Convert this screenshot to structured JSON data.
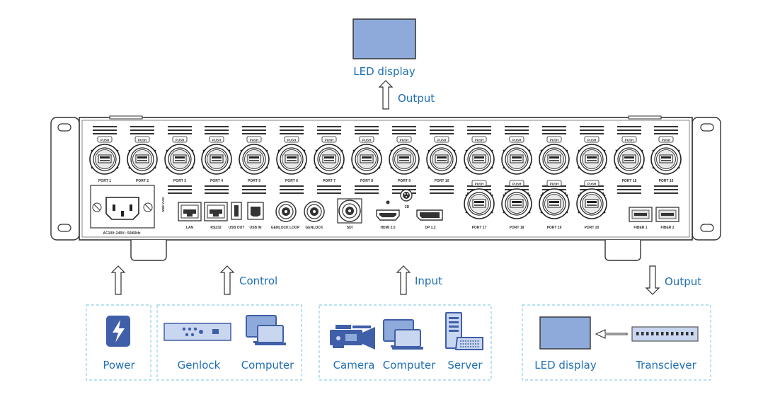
{
  "top": {
    "display_label": "LED display",
    "output_label": "Output"
  },
  "device": {
    "ports_top": [
      "PORT 1",
      "PORT 2",
      "PORT 3",
      "PORT 4",
      "PORT 5",
      "PORT 6",
      "PORT 7",
      "PORT 8",
      "PORT 9",
      "PORT 10",
      "",
      "",
      "",
      "",
      "PORT 15",
      "PORT 16"
    ],
    "ports_bottom": [
      "PORT 17",
      "PORT 18",
      "PORT 19",
      "PORT 20"
    ],
    "push_label": "PUSH",
    "power_spec": "AC100~240V~  50/60Hz",
    "power_rating": "MAX 80W",
    "io_labels": {
      "lan": "LAN",
      "rs232": "RS232",
      "usb_out": "USB OUT",
      "usb_in": "USB IN",
      "genlock_loop": "GENLOCK  LOOP",
      "genlock": "GENLOCK",
      "sdi": "SDI",
      "hdmi": "HDMI 2.0",
      "dp": "DP 1.2",
      "fiber1": "FIBER 1",
      "fiber2": "FIBER 2",
      "three_d": "3D"
    }
  },
  "arrows": {
    "control": "Control",
    "input": "Input",
    "output": "Output"
  },
  "groups": {
    "power": {
      "label": "Power"
    },
    "control": {
      "genlock": "Genlock",
      "computer": "Computer"
    },
    "input": {
      "camera": "Camera",
      "computer": "Computer",
      "server": "Server"
    },
    "output": {
      "display": "LED display",
      "transceiver": "Transciever"
    }
  },
  "colors": {
    "accent": "#1f6fb4",
    "screen_fill": "#8eaadb",
    "dashed_border": "#8fcfe6",
    "icon_blue": "#3f5fa8"
  }
}
